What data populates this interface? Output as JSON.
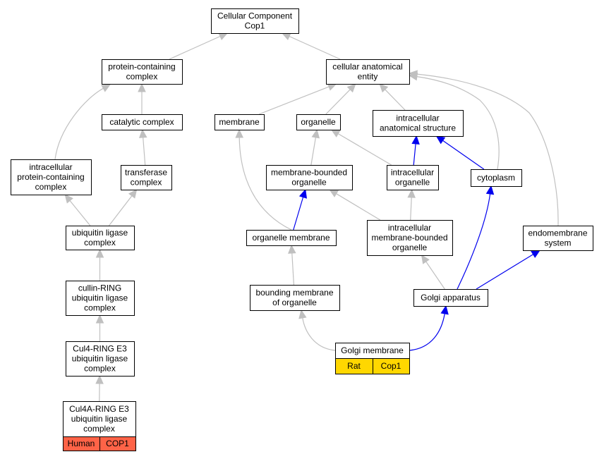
{
  "colors": {
    "gray_edge": "#c0c0c0",
    "blue_edge": "#0000ee",
    "human_annotation": "#ff6347",
    "rat_annotation": "#ffd700"
  },
  "nodes": {
    "root": [
      "Cellular Component",
      "Cop1"
    ],
    "protein_complex": [
      "protein-containing",
      "complex"
    ],
    "cellular_entity": [
      "cellular anatomical",
      "entity"
    ],
    "catalytic": [
      "catalytic complex"
    ],
    "membrane": [
      "membrane"
    ],
    "organelle": [
      "organelle"
    ],
    "intracellular_structure": [
      "intracellular",
      "anatomical structure"
    ],
    "intracellular_protein_complex": [
      "intracellular",
      "protein-containing",
      "complex"
    ],
    "transferase": [
      "transferase",
      "complex"
    ],
    "membrane_bounded": [
      "membrane-bounded",
      "organelle"
    ],
    "intracellular_organelle": [
      "intracellular",
      "organelle"
    ],
    "cytoplasm": [
      "cytoplasm"
    ],
    "ubiquitin": [
      "ubiquitin ligase",
      "complex"
    ],
    "organelle_membrane": [
      "organelle membrane"
    ],
    "intra_mb_organelle": [
      "intracellular",
      "membrane-bounded",
      "organelle"
    ],
    "endomembrane": [
      "endomembrane",
      "system"
    ],
    "cullin": [
      "cullin-RING",
      "ubiquitin ligase",
      "complex"
    ],
    "bounding": [
      "bounding membrane",
      "of organelle"
    ],
    "golgi_apparatus": [
      "Golgi apparatus"
    ],
    "cul4": [
      "Cul4-RING E3",
      "ubiquitin ligase",
      "complex"
    ],
    "golgi_membrane": [
      "Golgi membrane"
    ],
    "cul4a": [
      "Cul4A-RING E3",
      "ubiquitin ligase",
      "complex"
    ]
  },
  "annotations": {
    "golgi_membrane": [
      "Rat",
      "Cop1"
    ],
    "cul4a": [
      "Human",
      "COP1"
    ]
  },
  "edges": [
    {
      "from": "protein_complex",
      "to": "root",
      "color": "gray"
    },
    {
      "from": "cellular_entity",
      "to": "root",
      "color": "gray"
    },
    {
      "from": "catalytic",
      "to": "protein_complex",
      "color": "gray"
    },
    {
      "from": "intracellular_protein_complex",
      "to": "protein_complex",
      "color": "gray"
    },
    {
      "from": "transferase",
      "to": "catalytic",
      "color": "gray"
    },
    {
      "from": "membrane",
      "to": "cellular_entity",
      "color": "gray"
    },
    {
      "from": "organelle",
      "to": "cellular_entity",
      "color": "gray"
    },
    {
      "from": "intracellular_structure",
      "to": "cellular_entity",
      "color": "gray"
    },
    {
      "from": "cytoplasm",
      "to": "cellular_entity",
      "color": "gray"
    },
    {
      "from": "endomembrane",
      "to": "cellular_entity",
      "color": "gray"
    },
    {
      "from": "ubiquitin",
      "to": "intracellular_protein_complex",
      "color": "gray"
    },
    {
      "from": "ubiquitin",
      "to": "transferase",
      "color": "gray"
    },
    {
      "from": "cullin",
      "to": "ubiquitin",
      "color": "gray"
    },
    {
      "from": "cul4",
      "to": "cullin",
      "color": "gray"
    },
    {
      "from": "cul4a",
      "to": "cul4",
      "color": "gray"
    },
    {
      "from": "membrane_bounded",
      "to": "organelle",
      "color": "gray"
    },
    {
      "from": "intracellular_organelle",
      "to": "organelle",
      "color": "gray"
    },
    {
      "from": "intracellular_organelle",
      "to": "intracellular_structure",
      "color": "blue"
    },
    {
      "from": "cytoplasm",
      "to": "intracellular_structure",
      "color": "blue"
    },
    {
      "from": "organelle_membrane",
      "to": "membrane",
      "color": "gray"
    },
    {
      "from": "organelle_membrane",
      "to": "membrane_bounded",
      "color": "blue"
    },
    {
      "from": "intra_mb_organelle",
      "to": "membrane_bounded",
      "color": "gray"
    },
    {
      "from": "intra_mb_organelle",
      "to": "intracellular_organelle",
      "color": "gray"
    },
    {
      "from": "bounding",
      "to": "organelle_membrane",
      "color": "gray"
    },
    {
      "from": "golgi_apparatus",
      "to": "intra_mb_organelle",
      "color": "gray"
    },
    {
      "from": "golgi_apparatus",
      "to": "cytoplasm",
      "color": "blue"
    },
    {
      "from": "golgi_apparatus",
      "to": "endomembrane",
      "color": "blue"
    },
    {
      "from": "golgi_membrane",
      "to": "bounding",
      "color": "gray"
    },
    {
      "from": "golgi_membrane",
      "to": "golgi_apparatus",
      "color": "blue"
    }
  ]
}
